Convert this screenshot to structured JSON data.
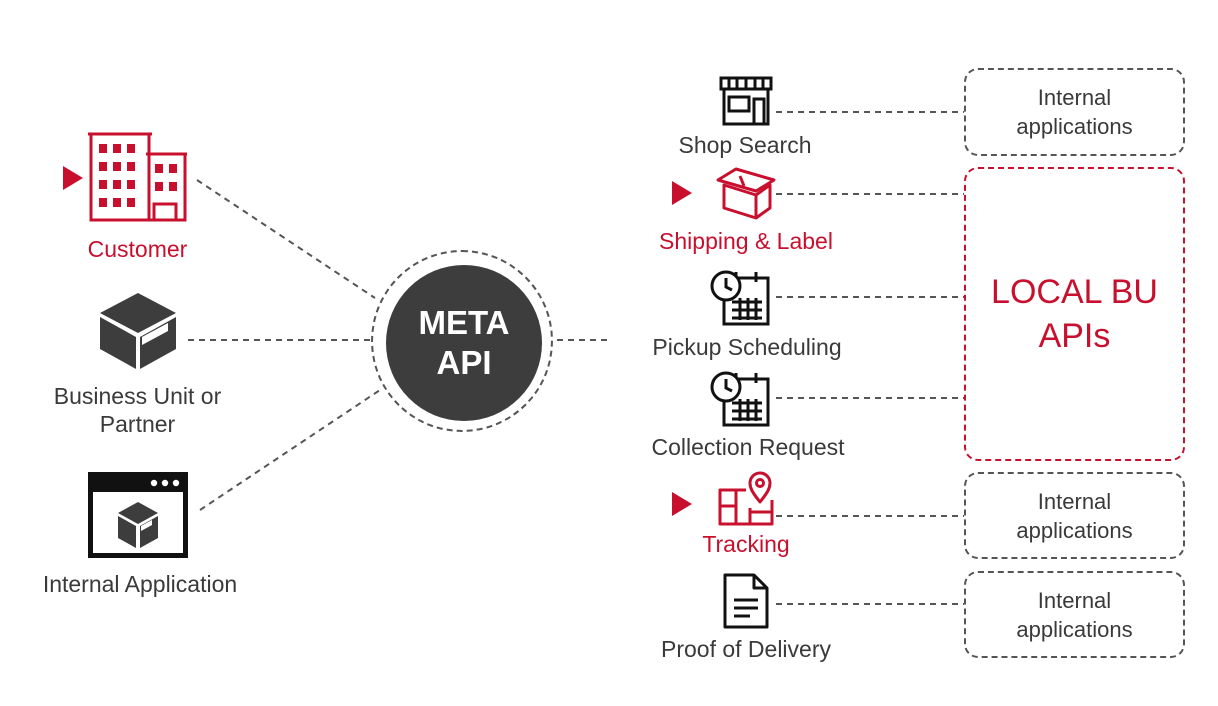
{
  "hub": {
    "line1": "META",
    "line2": "API"
  },
  "left": {
    "customer": "Customer",
    "business_unit_line1": "Business Unit or",
    "business_unit_line2": "Partner",
    "internal_application": "Internal Application"
  },
  "services": {
    "shop_search": "Shop Search",
    "shipping_label": "Shipping & Label",
    "pickup_scheduling": "Pickup Scheduling",
    "collection_request": "Collection Request",
    "tracking": "Tracking",
    "proof_of_delivery": "Proof of Delivery"
  },
  "targets": {
    "internal_line1": "Internal",
    "internal_line2": "applications",
    "local_line1": "LOCAL BU",
    "local_line2": "APIs"
  },
  "colors": {
    "accent": "#c8102e",
    "hub": "#3d3d3d",
    "text": "#3a3a3a"
  },
  "icons": [
    "building-icon",
    "cube-icon",
    "app-window-icon",
    "shop-icon",
    "box-icon",
    "calendar-clock-icon",
    "map-pin-icon",
    "document-icon"
  ]
}
